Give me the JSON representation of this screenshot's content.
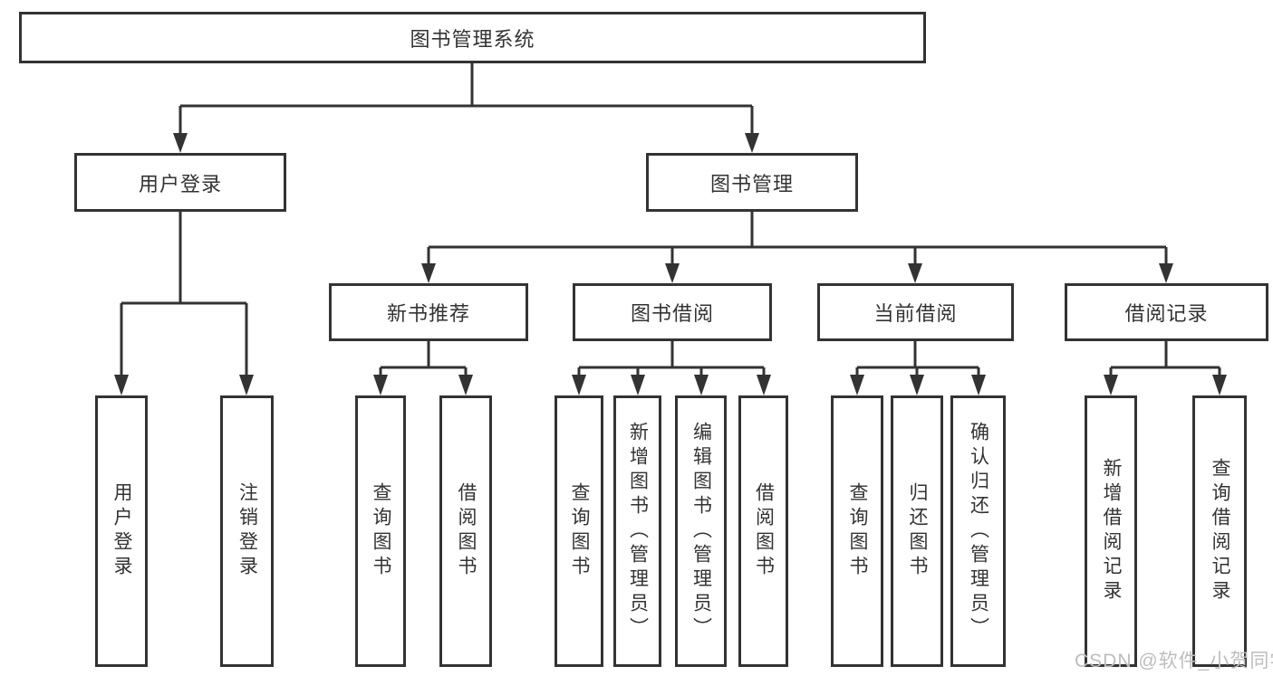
{
  "colors": {
    "line": "#333333",
    "box_border": "#333333",
    "box_fill": "#ffffff",
    "text": "#333333",
    "watermark": "#bdbdbd",
    "background": "#ffffff"
  },
  "diagram": {
    "type": "hierarchy-tree",
    "root": {
      "label": "图书管理系统"
    },
    "branches": [
      {
        "label": "用户登录",
        "children": [
          {
            "label": "用户登录"
          },
          {
            "label": "注销登录"
          }
        ]
      },
      {
        "label": "图书管理",
        "children": [
          {
            "label": "新书推荐",
            "children": [
              {
                "label": "查询图书"
              },
              {
                "label": "借阅图书"
              }
            ]
          },
          {
            "label": "图书借阅",
            "children": [
              {
                "label": "查询图书"
              },
              {
                "label": "新增图书（管理员）"
              },
              {
                "label": "编辑图书（管理员）"
              },
              {
                "label": "借阅图书"
              }
            ]
          },
          {
            "label": "当前借阅",
            "children": [
              {
                "label": "查询图书"
              },
              {
                "label": "归还图书"
              },
              {
                "label": "确认归还（管理员）"
              }
            ]
          },
          {
            "label": "借阅记录",
            "children": [
              {
                "label": "新增借阅记录"
              },
              {
                "label": "查询借阅记录"
              }
            ]
          }
        ]
      }
    ]
  },
  "watermark": {
    "text": "CSDN @软件_小贺同学"
  }
}
